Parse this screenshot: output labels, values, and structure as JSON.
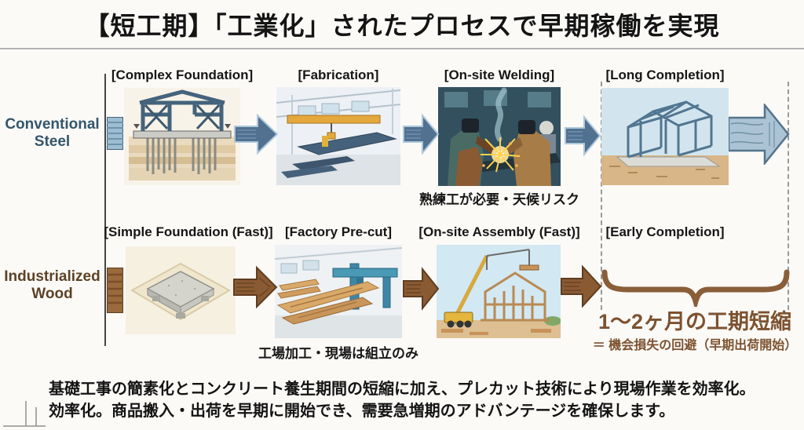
{
  "slide": {
    "title": "【短工期】「工業化」されたプロセスで早期稼働を実現",
    "footer_line1": "基礎工事の簡素化とコンクリート養生期間の短縮に加え、プレカット技術により現場作業を効率化。",
    "footer_line2": "効率化。商品搬入・出荷を早期に開始でき、需要急増期のアドバンテージを確保します。"
  },
  "rows": [
    {
      "label": "Conventional\nSteel",
      "theme_color": "#33566b",
      "stages": [
        {
          "heading": "[Complex Foundation]",
          "illustration": "steel-frame-on-pile-foundation"
        },
        {
          "heading": "[Fabrication]",
          "illustration": "steel-fabrication-factory"
        },
        {
          "heading": "[On-site Welding]",
          "illustration": "welders-with-sparks",
          "caption": "熟練工が必要・天候リスク"
        },
        {
          "heading": "[Long Completion]",
          "illustration": "bare-steel-building-frame"
        }
      ]
    },
    {
      "label": "Industrialized\nWood",
      "theme_color": "#5d4226",
      "stages": [
        {
          "heading": "[Simple Foundation (Fast)]",
          "illustration": "flat-concrete-slab"
        },
        {
          "heading": "[Factory Pre-cut]",
          "illustration": "wood-precut-factory",
          "caption": "工場加工・現場は組立のみ"
        },
        {
          "heading": "[On-site Assembly (Fast)]",
          "illustration": "crane-assembling-wood-frame"
        },
        {
          "heading": "[Early Completion]"
        }
      ]
    }
  ],
  "benefit": {
    "headline": "1〜2ヶ月の工期短縮",
    "subline": "＝ 機会損失の回避（早期出荷開始）",
    "color": "#7d5230"
  },
  "colors": {
    "steel_arrow": "#527191",
    "wood_arrow": "#8a5a33",
    "long_arrow_fill": "#abc3d4",
    "divider": "#b3b3b3",
    "dashed_guide": "#9a9a9a",
    "brace": "#8a5e38"
  }
}
